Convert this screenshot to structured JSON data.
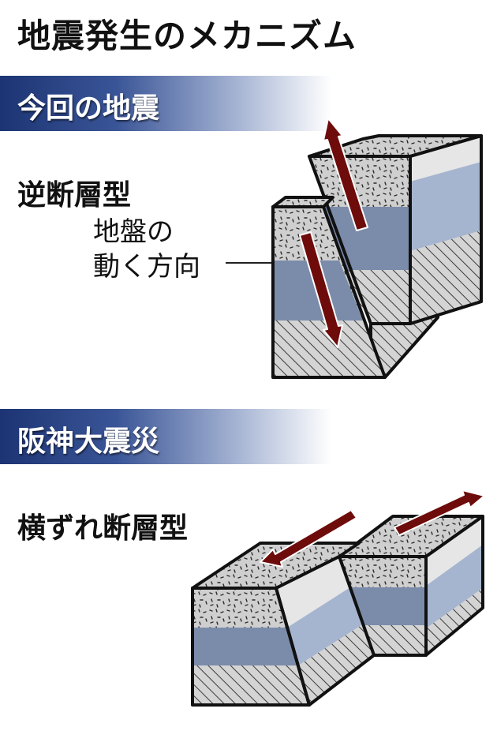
{
  "title": "地震発生のメカニズム",
  "sections": [
    {
      "heading": "今回の地震",
      "fault_type": "逆断層型"
    },
    {
      "heading": "阪神大震災",
      "fault_type": "横ずれ断層型"
    }
  ],
  "motion_label": {
    "line1": "地盤の",
    "line2": "動く方向"
  },
  "colors": {
    "band_dark": "#1c3473",
    "arrow": "#6e0b0b",
    "layer_blue_dark": "#7b8caa",
    "layer_blue_light": "#a5b5cf",
    "gravel": "#cfcfcf",
    "hatch": "#d4d4d4"
  }
}
